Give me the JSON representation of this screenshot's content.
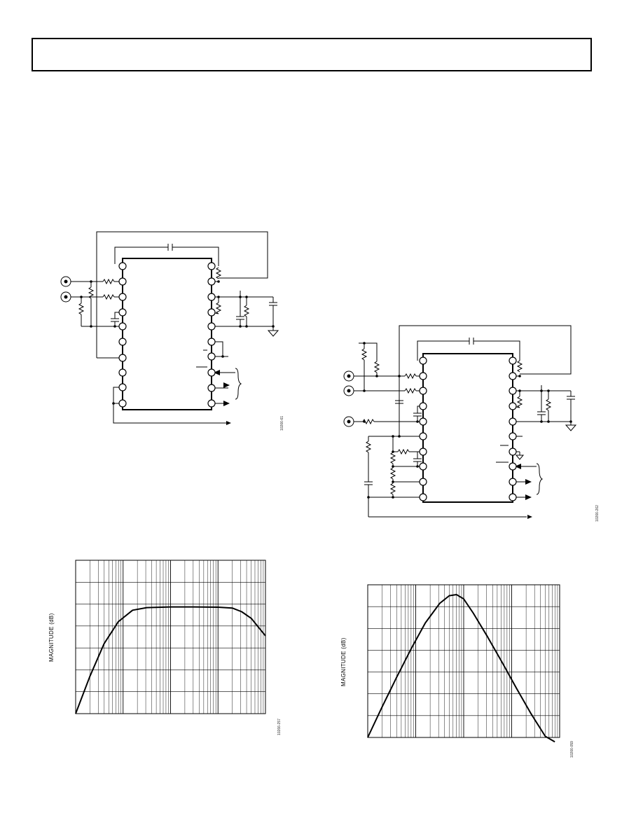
{
  "header": {
    "text": ""
  },
  "figures": {
    "schematic_left": {
      "id": "10266-61"
    },
    "schematic_right": {
      "id": "10266-262"
    }
  },
  "chart_data": [
    {
      "type": "line",
      "title": "",
      "xlabel": "",
      "ylabel": "MAGNITUDE (dB)",
      "xscale": "log",
      "xdecades": 4,
      "yrange": [
        0,
        7
      ],
      "grid": true,
      "series": [
        {
          "x": [
            0,
            0.3,
            0.6,
            0.9,
            1.2,
            1.5,
            2.0,
            2.5,
            3.0,
            3.3,
            3.5,
            3.7,
            3.85,
            4.0
          ],
          "y": [
            0,
            1.7,
            3.2,
            4.2,
            4.72,
            4.84,
            4.87,
            4.87,
            4.86,
            4.82,
            4.65,
            4.35,
            3.95,
            3.55
          ]
        }
      ],
      "figure_id": "10266-257"
    },
    {
      "type": "line",
      "title": "",
      "xlabel": "",
      "ylabel": "MAGNITUDE (dB)",
      "xscale": "log",
      "xdecades": 4,
      "yrange": [
        0,
        7
      ],
      "grid": true,
      "series": [
        {
          "x": [
            0,
            0.3,
            0.6,
            0.9,
            1.2,
            1.5,
            1.7,
            1.85,
            2.0,
            2.2,
            2.5,
            2.8,
            3.1,
            3.4,
            3.7,
            3.9
          ],
          "y": [
            0,
            1.4,
            2.75,
            4.05,
            5.25,
            6.15,
            6.5,
            6.55,
            6.35,
            5.7,
            4.6,
            3.45,
            2.25,
            1.1,
            0.05,
            -0.2
          ]
        }
      ],
      "figure_id": "10266-059"
    }
  ]
}
